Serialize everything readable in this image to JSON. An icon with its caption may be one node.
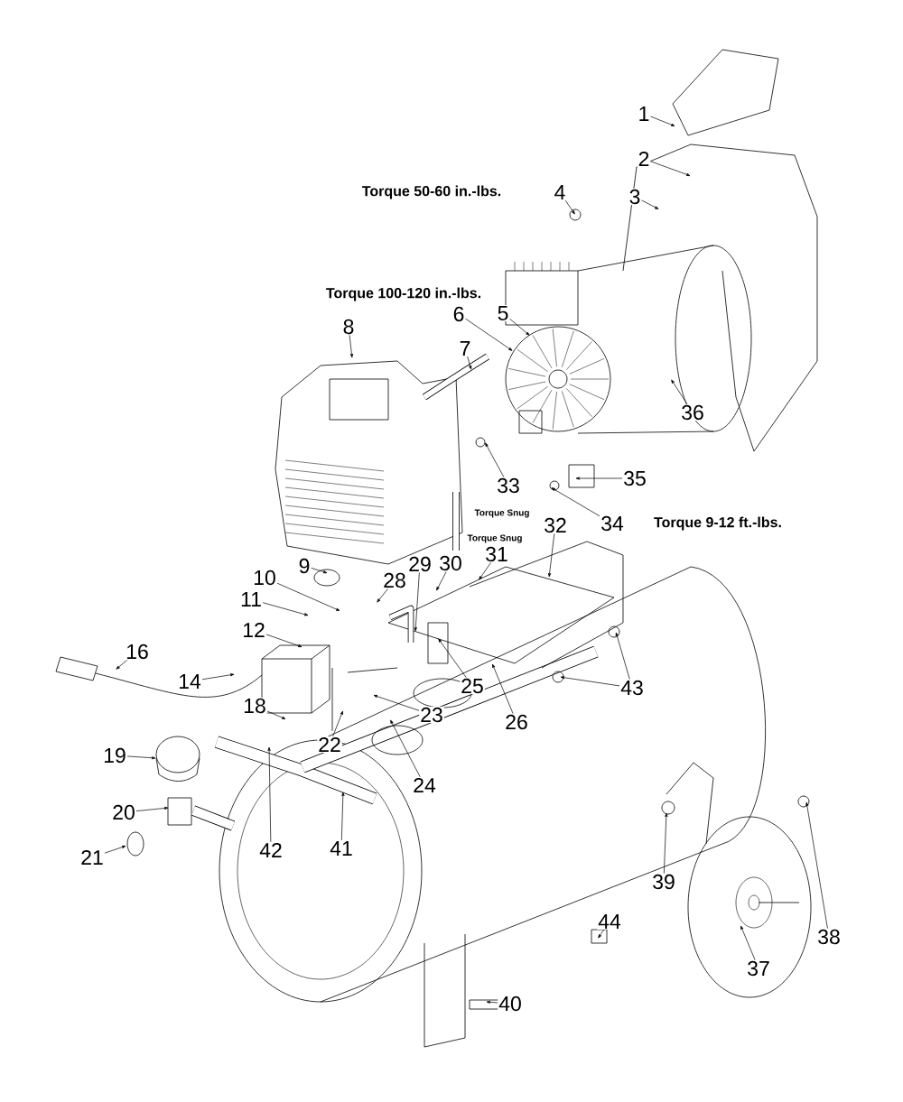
{
  "diagram": {
    "nodes": [
      {
        "text": [
          "1"
        ]
      },
      {
        "text": [
          "2"
        ]
      },
      {
        "text": [
          "3"
        ]
      },
      {
        "text": [
          "4"
        ],
        "beside": [
          "Torque 50-60 in.-lbs."
        ]
      },
      {
        "text": [
          "5"
        ]
      },
      {
        "text": [
          "6"
        ],
        "beside": [
          "Torque 100-120 in.-lbs."
        ]
      },
      {
        "text": [
          "7"
        ]
      },
      {
        "text": [
          "8"
        ]
      },
      {
        "text": [
          "9"
        ]
      },
      {
        "text": [
          "10"
        ]
      },
      {
        "text": [
          "11"
        ]
      },
      {
        "text": [
          "12"
        ]
      },
      {
        "text": [
          "14"
        ]
      },
      {
        "text": [
          "16"
        ]
      },
      {
        "text": [
          "18"
        ]
      },
      {
        "text": [
          "19"
        ]
      },
      {
        "text": [
          "20"
        ]
      },
      {
        "text": [
          "21"
        ]
      },
      {
        "text": [
          "22"
        ]
      },
      {
        "text": [
          "23"
        ]
      },
      {
        "text": [
          "24"
        ]
      },
      {
        "text": [
          "25"
        ]
      },
      {
        "text": [
          "26"
        ]
      },
      {
        "text": [
          "28"
        ]
      },
      {
        "text": [
          "29"
        ]
      },
      {
        "text": [
          "30"
        ]
      },
      {
        "text": [
          "31"
        ],
        "beside": [
          "Torque Snug"
        ]
      },
      {
        "text": [
          "32"
        ]
      },
      {
        "text": [
          "33"
        ],
        "beside": [
          "Torque Snug"
        ]
      },
      {
        "text": [
          "34"
        ],
        "beside": [
          "Torque 9-12 ft.-lbs."
        ]
      },
      {
        "text": [
          "35"
        ]
      },
      {
        "text": [
          "36"
        ]
      },
      {
        "text": [
          "37"
        ]
      },
      {
        "text": [
          "38"
        ]
      },
      {
        "text": [
          "39"
        ]
      },
      {
        "text": [
          "40"
        ]
      },
      {
        "text": [
          "41"
        ]
      },
      {
        "text": [
          "42"
        ]
      },
      {
        "text": [
          "43"
        ]
      },
      {
        "text": [
          "44"
        ]
      }
    ],
    "edges": [
      {
        "from": 0,
        "to": null,
        "arrow": "to"
      },
      {
        "from": 1,
        "to": null,
        "arrow": "to"
      },
      {
        "from": 2,
        "to": null,
        "arrow": "to"
      },
      {
        "from": 3,
        "to": null,
        "arrow": "to"
      },
      {
        "from": 4,
        "to": null,
        "arrow": "to"
      },
      {
        "from": 5,
        "to": null,
        "arrow": "to"
      },
      {
        "from": 6,
        "to": null,
        "arrow": "to"
      },
      {
        "from": 7,
        "to": null,
        "arrow": "to"
      },
      {
        "from": 8,
        "to": null,
        "arrow": "to"
      },
      {
        "from": 9,
        "to": null,
        "arrow": "to"
      },
      {
        "from": 10,
        "to": null,
        "arrow": "to"
      },
      {
        "from": 11,
        "to": null,
        "arrow": "to"
      },
      {
        "from": 12,
        "to": null,
        "arrow": "to"
      },
      {
        "from": 13,
        "to": null,
        "arrow": "to"
      },
      {
        "from": 14,
        "to": null,
        "arrow": "to"
      },
      {
        "from": 15,
        "to": null,
        "arrow": "to"
      },
      {
        "from": 16,
        "to": null,
        "arrow": "to"
      },
      {
        "from": 17,
        "to": null,
        "arrow": "to"
      },
      {
        "from": 18,
        "to": null,
        "arrow": "to"
      },
      {
        "from": 19,
        "to": null,
        "arrow": "to"
      },
      {
        "from": 20,
        "to": null,
        "arrow": "to"
      },
      {
        "from": 21,
        "to": null,
        "arrow": "to"
      },
      {
        "from": 22,
        "to": null,
        "arrow": "to"
      },
      {
        "from": 23,
        "to": null,
        "arrow": "to"
      },
      {
        "from": 24,
        "to": null,
        "arrow": "to"
      },
      {
        "from": 25,
        "to": null,
        "arrow": "to"
      },
      {
        "from": 26,
        "to": null,
        "arrow": "to"
      },
      {
        "from": 27,
        "to": null,
        "arrow": "to"
      },
      {
        "from": 28,
        "to": null,
        "arrow": "to"
      },
      {
        "from": 29,
        "to": null,
        "arrow": "to"
      },
      {
        "from": 30,
        "to": null,
        "arrow": "to"
      },
      {
        "from": 31,
        "to": null,
        "arrow": "to"
      },
      {
        "from": 32,
        "to": null,
        "arrow": "to"
      },
      {
        "from": 33,
        "to": null,
        "arrow": "to"
      },
      {
        "from": 34,
        "to": null,
        "arrow": "to"
      },
      {
        "from": 35,
        "to": null,
        "arrow": "to"
      },
      {
        "from": 36,
        "to": null,
        "arrow": "to"
      },
      {
        "from": 37,
        "to": null,
        "arrow": "to"
      },
      {
        "from": 38,
        "to": null,
        "arrow": "to"
      },
      {
        "from": 38,
        "to": null,
        "arrow": "to"
      },
      {
        "from": 39,
        "to": null,
        "arrow": "to"
      }
    ]
  }
}
